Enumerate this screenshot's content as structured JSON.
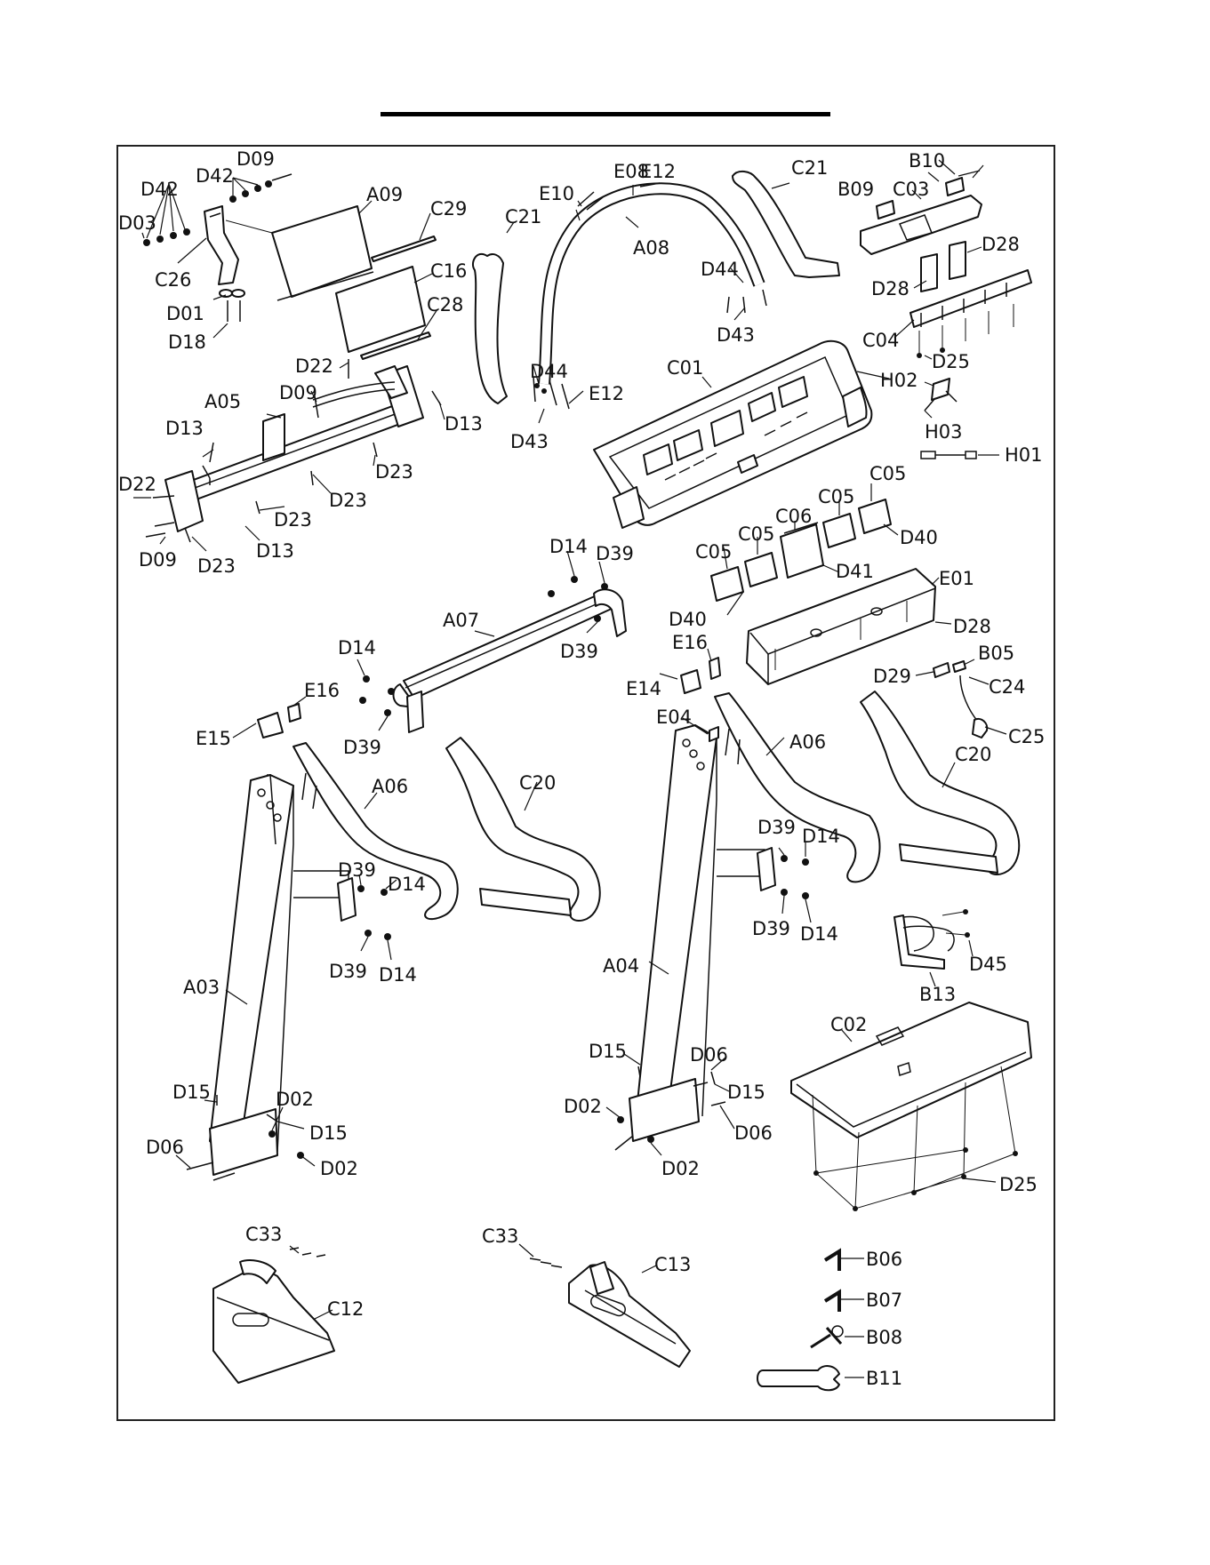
{
  "labels": {
    "D09a": "D09",
    "D42a": "D42",
    "D42b": "D42",
    "D03": "D03",
    "A09": "A09",
    "C29": "C29",
    "C26": "C26",
    "C16": "C16",
    "C28": "C28",
    "D01": "D01",
    "D18": "D18",
    "C21a": "C21",
    "E08": "E08",
    "E12a": "E12",
    "E10": "E10",
    "A08": "A08",
    "D44a": "D44",
    "D43a": "D43",
    "C21b": "C21",
    "B10": "B10",
    "B09": "B09",
    "C03": "C03",
    "D28a": "D28",
    "D28b": "D28",
    "C04": "C04",
    "D25a": "D25",
    "D22a": "D22",
    "D09b": "D09",
    "A05": "A05",
    "D13a": "D13",
    "D13b": "D13",
    "D22b": "D22",
    "D23a": "D23",
    "D23b": "D23",
    "D23c": "D23",
    "D23d": "D23",
    "D09c": "D09",
    "D13c": "D13",
    "D44b": "D44",
    "E12b": "E12",
    "D43b": "D43",
    "C01": "C01",
    "H02": "H02",
    "H03": "H03",
    "H01": "H01",
    "C05a": "C05",
    "C05b": "C05",
    "C05c": "C05",
    "C05d": "C05",
    "C06": "C06",
    "D40a": "D40",
    "D40b": "D40",
    "D41": "D41",
    "E01": "E01",
    "D28c": "D28",
    "D14a": "D14",
    "D39a": "D39",
    "A07": "A07",
    "D39b": "D39",
    "D14b": "D14",
    "D39c": "D39",
    "E16a": "E16",
    "E15": "E15",
    "E16b": "E16",
    "E14": "E14",
    "D29": "D29",
    "B05": "B05",
    "C24": "C24",
    "C25": "C25",
    "E04": "E04",
    "A06a": "A06",
    "A06b": "A06",
    "C20a": "C20",
    "C20b": "C20",
    "D39d": "D39",
    "D14c": "D14",
    "D39e": "D39",
    "D14d": "D14",
    "D39f": "D39",
    "D14e": "D14",
    "D39g": "D39",
    "D14f": "D14",
    "A03": "A03",
    "A04": "A04",
    "B13": "B13",
    "D45": "D45",
    "C02": "C02",
    "D15a": "D15",
    "D02a": "D02",
    "D15b": "D15",
    "D06a": "D06",
    "D02b": "D02",
    "D15c": "D15",
    "D06b": "D06",
    "D15d": "D15",
    "D02c": "D02",
    "D06c": "D06",
    "D02d": "D02",
    "D25b": "D25",
    "C33a": "C33",
    "C12": "C12",
    "C33b": "C33",
    "C13": "C13",
    "B06": "B06",
    "B07": "B07",
    "B08": "B08",
    "B11": "B11"
  }
}
